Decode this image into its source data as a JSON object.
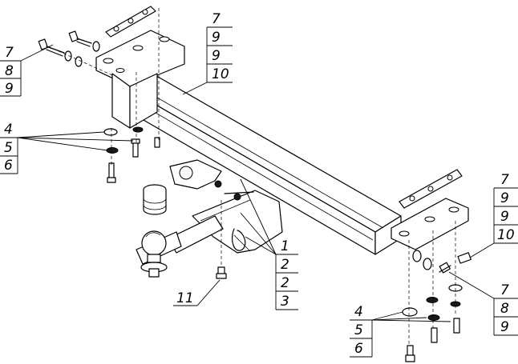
{
  "callouts": {
    "top_left": [
      "7",
      "8",
      "9"
    ],
    "top_center": [
      "7",
      "9",
      "9",
      "10"
    ],
    "mid_left": [
      "4",
      "5",
      "6"
    ],
    "center_bottom": [
      "1",
      "2",
      "2",
      "3"
    ],
    "bottom_left": "11",
    "right_upper": [
      "7",
      "9",
      "9",
      "10"
    ],
    "right_lower": [
      "7",
      "8",
      "9"
    ],
    "bottom_center": [
      "4",
      "5",
      "6"
    ]
  }
}
